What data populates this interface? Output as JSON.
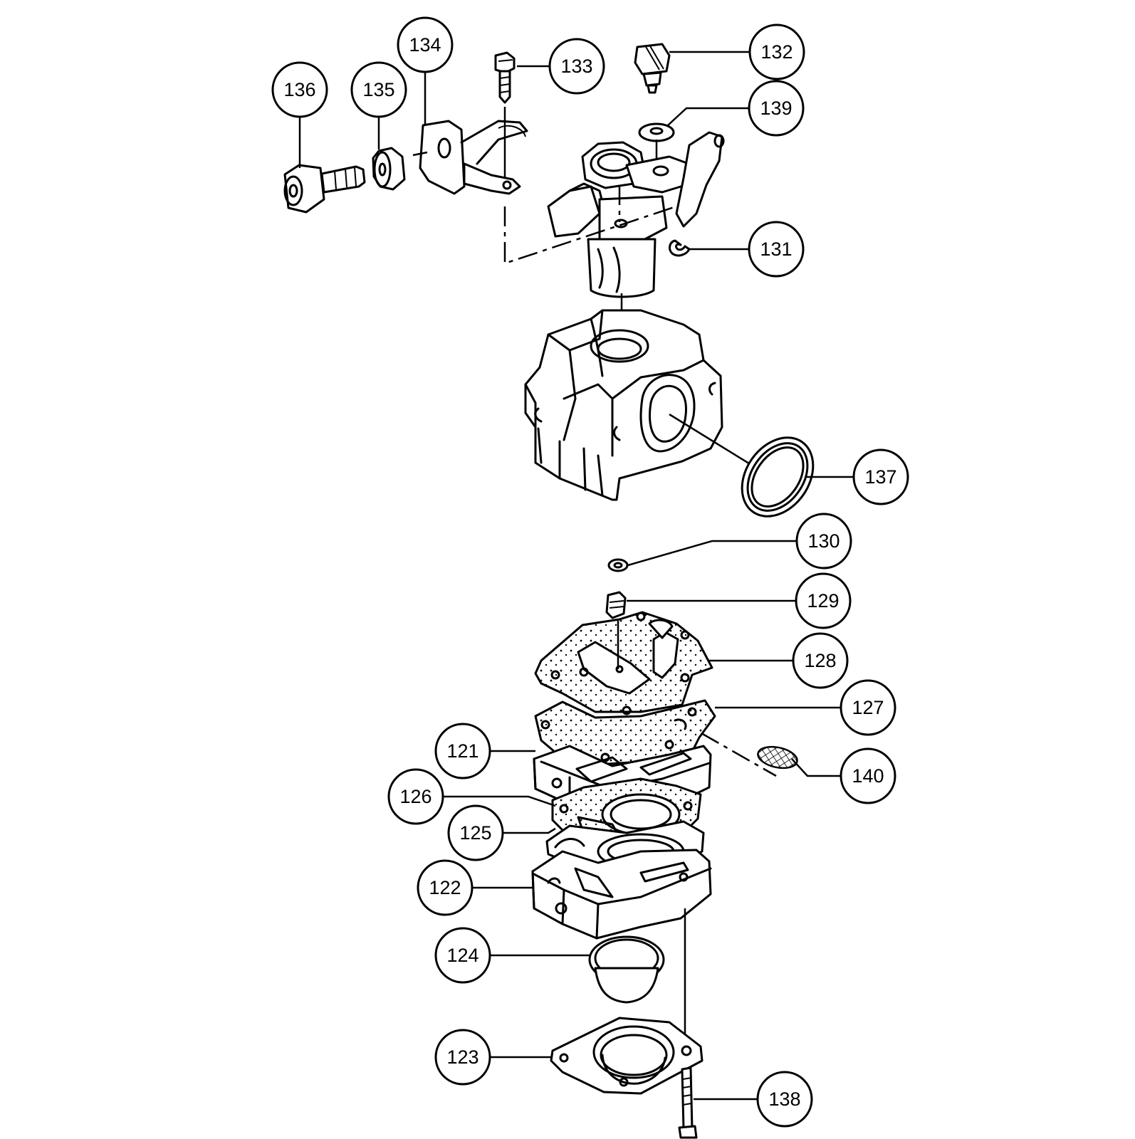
{
  "diagram": {
    "callouts": [
      {
        "id": "136",
        "label": "136"
      },
      {
        "id": "135",
        "label": "135"
      },
      {
        "id": "134",
        "label": "134"
      },
      {
        "id": "133",
        "label": "133"
      },
      {
        "id": "132",
        "label": "132"
      },
      {
        "id": "139",
        "label": "139"
      },
      {
        "id": "131",
        "label": "131"
      },
      {
        "id": "137",
        "label": "137"
      },
      {
        "id": "130",
        "label": "130"
      },
      {
        "id": "129",
        "label": "129"
      },
      {
        "id": "128",
        "label": "128"
      },
      {
        "id": "127",
        "label": "127"
      },
      {
        "id": "121",
        "label": "121"
      },
      {
        "id": "140",
        "label": "140"
      },
      {
        "id": "126",
        "label": "126"
      },
      {
        "id": "125",
        "label": "125"
      },
      {
        "id": "122",
        "label": "122"
      },
      {
        "id": "124",
        "label": "124"
      },
      {
        "id": "123",
        "label": "123"
      },
      {
        "id": "138",
        "label": "138"
      }
    ]
  }
}
